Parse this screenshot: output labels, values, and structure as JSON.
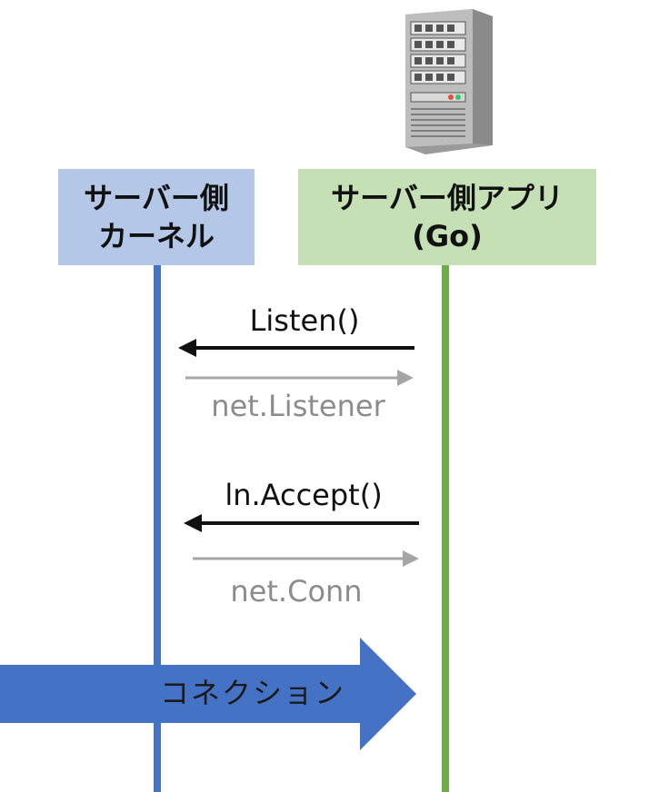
{
  "participants": {
    "kernel": {
      "line1": "サーバー側",
      "line2": "カーネル",
      "color": "#b4c7e7",
      "lifeline_color": "#4472c4"
    },
    "app": {
      "line1": "サーバー側アプリ",
      "line2": "(Go)",
      "color": "#c5e0b4",
      "lifeline_color": "#70ad47"
    }
  },
  "messages": [
    {
      "label": "Listen()",
      "direction": "app-to-kernel",
      "style": "call"
    },
    {
      "label": "net.Listener",
      "direction": "kernel-to-app",
      "style": "return"
    },
    {
      "label": "ln.Accept()",
      "direction": "app-to-kernel",
      "style": "call"
    },
    {
      "label": "net.Conn",
      "direction": "kernel-to-app",
      "style": "return"
    }
  ],
  "connection": {
    "label": "コネクション",
    "color": "#4472c4"
  },
  "icons": {
    "server": "server-tower-icon"
  }
}
